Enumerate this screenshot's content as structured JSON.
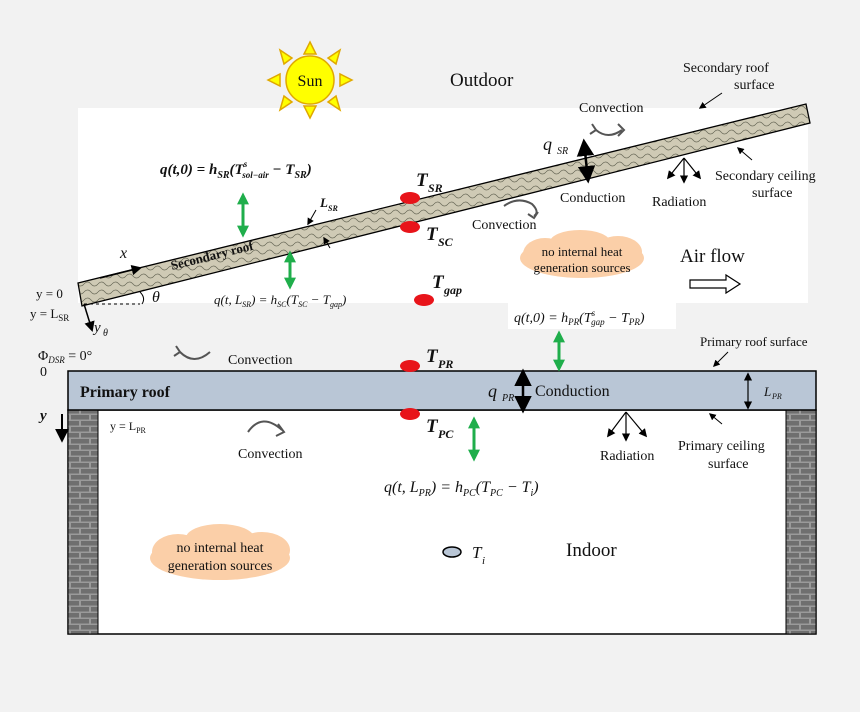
{
  "labels": {
    "sun": "Sun",
    "outdoor": "Outdoor",
    "indoor": "Indoor",
    "secondary_roof": "Secondary roof",
    "primary_roof": "Primary roof",
    "secondary_roof_surface_1": "Secondary roof",
    "secondary_roof_surface_2": "surface",
    "secondary_ceiling_surface_1": "Secondary ceiling",
    "secondary_ceiling_surface_2": "surface",
    "primary_roof_surface": "Primary roof surface",
    "primary_ceiling_surface_1": "Primary ceiling",
    "primary_ceiling_surface_2": "surface",
    "convection": "Convection",
    "conduction": "Conduction",
    "radiation": "Radiation",
    "air_flow": "Air flow",
    "no_internal_heat_1": "no internal heat",
    "no_internal_heat_2": "generation sources",
    "no_internal_heat_b1": "no internal heat",
    "no_internal_heat_b2": "generation sources"
  },
  "symbols": {
    "T_SR": "T",
    "T_SR_sub": "SR",
    "T_SC": "T",
    "T_SC_sub": "SC",
    "T_gap": "T",
    "T_gap_sub": "gap",
    "T_PR": "T",
    "T_PR_sub": "PR",
    "T_PC": "T",
    "T_PC_sub": "PC",
    "T_i": "T",
    "T_i_sub": "i",
    "q_SR": "q",
    "q_SR_sub": "SR",
    "q_PR": "q",
    "q_PR_sub": "PR",
    "L_SR": "L",
    "L_SR_sub": "SR",
    "L_PR": "L",
    "L_PR_sub": "PR",
    "theta": "θ",
    "x": "x",
    "y": "y",
    "y_theta": "y",
    "y_theta_sub": "θ"
  },
  "equations": {
    "eq_sr_top": "q(t,0) = h",
    "eq_sr_top_rest": "(T",
    "eq_sr_top_sub1": "SR",
    "eq_sr_top_sup": "s",
    "eq_sr_top_sub2": "sol−air",
    "eq_sr_top_end": " − T",
    "eq_sr_top_sub3": "SR",
    "eq_sr_top_close": ")",
    "eq_sc_bot": "q(t, L",
    "eq_sc_bot_sub1": "SR",
    "eq_sc_bot_mid": ") = h",
    "eq_sc_bot_sub2": "SC",
    "eq_sc_bot_mid2": "(T",
    "eq_sc_bot_sub3": "SC",
    "eq_sc_bot_mid3": " − T",
    "eq_sc_bot_sub4": "gap",
    "eq_sc_bot_close": ")",
    "eq_pr_top": "q(t,0) = h",
    "eq_pr_top_sub1": "PR",
    "eq_pr_top_mid": "(T",
    "eq_pr_top_sup": "s",
    "eq_pr_top_sub2": "gap",
    "eq_pr_top_mid2": " − T",
    "eq_pr_top_sub3": "PR",
    "eq_pr_top_close": ")",
    "eq_pc_bot": "q(t, L",
    "eq_pc_bot_sub1": "PR",
    "eq_pc_bot_mid": ") = h",
    "eq_pc_bot_sub2": "PC",
    "eq_pc_bot_mid2": "(T",
    "eq_pc_bot_sub3": "PC",
    "eq_pc_bot_mid3": " − T",
    "eq_pc_bot_sub4": "i",
    "eq_pc_bot_close": ")"
  },
  "coords": {
    "y0": "y = 0",
    "y_lsr": "y = L",
    "y_lsr_sub": "SR",
    "y_lpr": "y = L",
    "y_lpr_sub": "PR",
    "phi": "Φ",
    "phi_sub": "DSR",
    "phi_val": " = 0°",
    "zero": "0"
  },
  "colors": {
    "green_arrow": "#1fae4b",
    "red_node": "#e8141a",
    "roof_fill": "#b9c6d6",
    "sec_roof_fill": "#cfcab5",
    "cloud_fill": "#fbcfa8",
    "sun_fill": "#ffff00",
    "sun_stroke": "#e0a800",
    "brick": "#8c8c8c"
  }
}
